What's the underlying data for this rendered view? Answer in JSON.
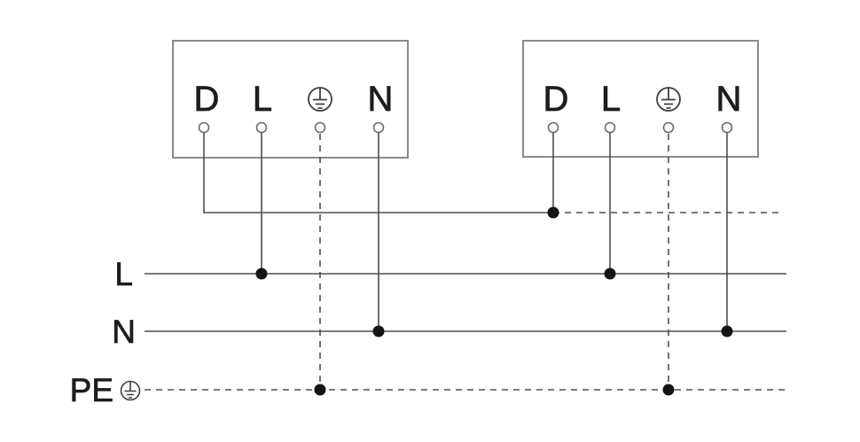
{
  "diagram": {
    "type": "electrical-wiring-schematic",
    "devices": [
      {
        "name": "device-1",
        "terminals": [
          {
            "label": "D"
          },
          {
            "label": "L"
          },
          {
            "icon": "protective-earth-icon"
          },
          {
            "label": "N"
          }
        ]
      },
      {
        "name": "device-2",
        "terminals": [
          {
            "label": "D"
          },
          {
            "label": "L"
          },
          {
            "icon": "protective-earth-icon"
          },
          {
            "label": "N"
          }
        ]
      }
    ],
    "buses": [
      {
        "label": "L",
        "style": "solid"
      },
      {
        "label": "N",
        "style": "solid"
      },
      {
        "label": "PE",
        "style": "dashed",
        "icon": "protective-earth-icon"
      }
    ],
    "interconnect": {
      "description": "D-to-D link, solid between devices, dashed continuation to right edge",
      "style": "solid+dashed"
    },
    "junction_count": 7,
    "colors": {
      "background": "#ffffff",
      "box_border": "#8a8a8a",
      "wire": "#4f4f4f",
      "terminal": "#6b6b6b",
      "earth": "#3f3f3f",
      "label": "#1d1d1d",
      "junction": "#141414"
    }
  }
}
